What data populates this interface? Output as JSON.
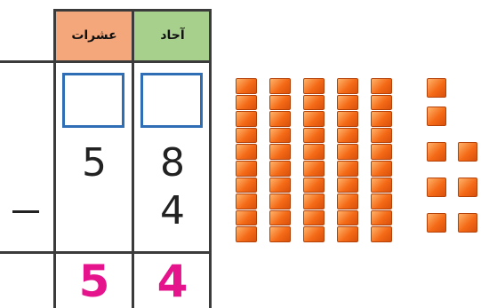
{
  "table": {
    "header": {
      "tens_label": "عشرات",
      "ones_label": "آحاد",
      "tens_color": "#f4a77a",
      "ones_color": "#a8d08d"
    },
    "minuend": {
      "tens": "5",
      "ones": "8"
    },
    "subtrahend": {
      "ones": "4"
    },
    "operator": "−",
    "result": {
      "tens": "5",
      "ones": "4",
      "color": "#e6148c"
    }
  },
  "blocks": {
    "tens_rods": 5,
    "units": 8,
    "color": "#f46a16"
  }
}
